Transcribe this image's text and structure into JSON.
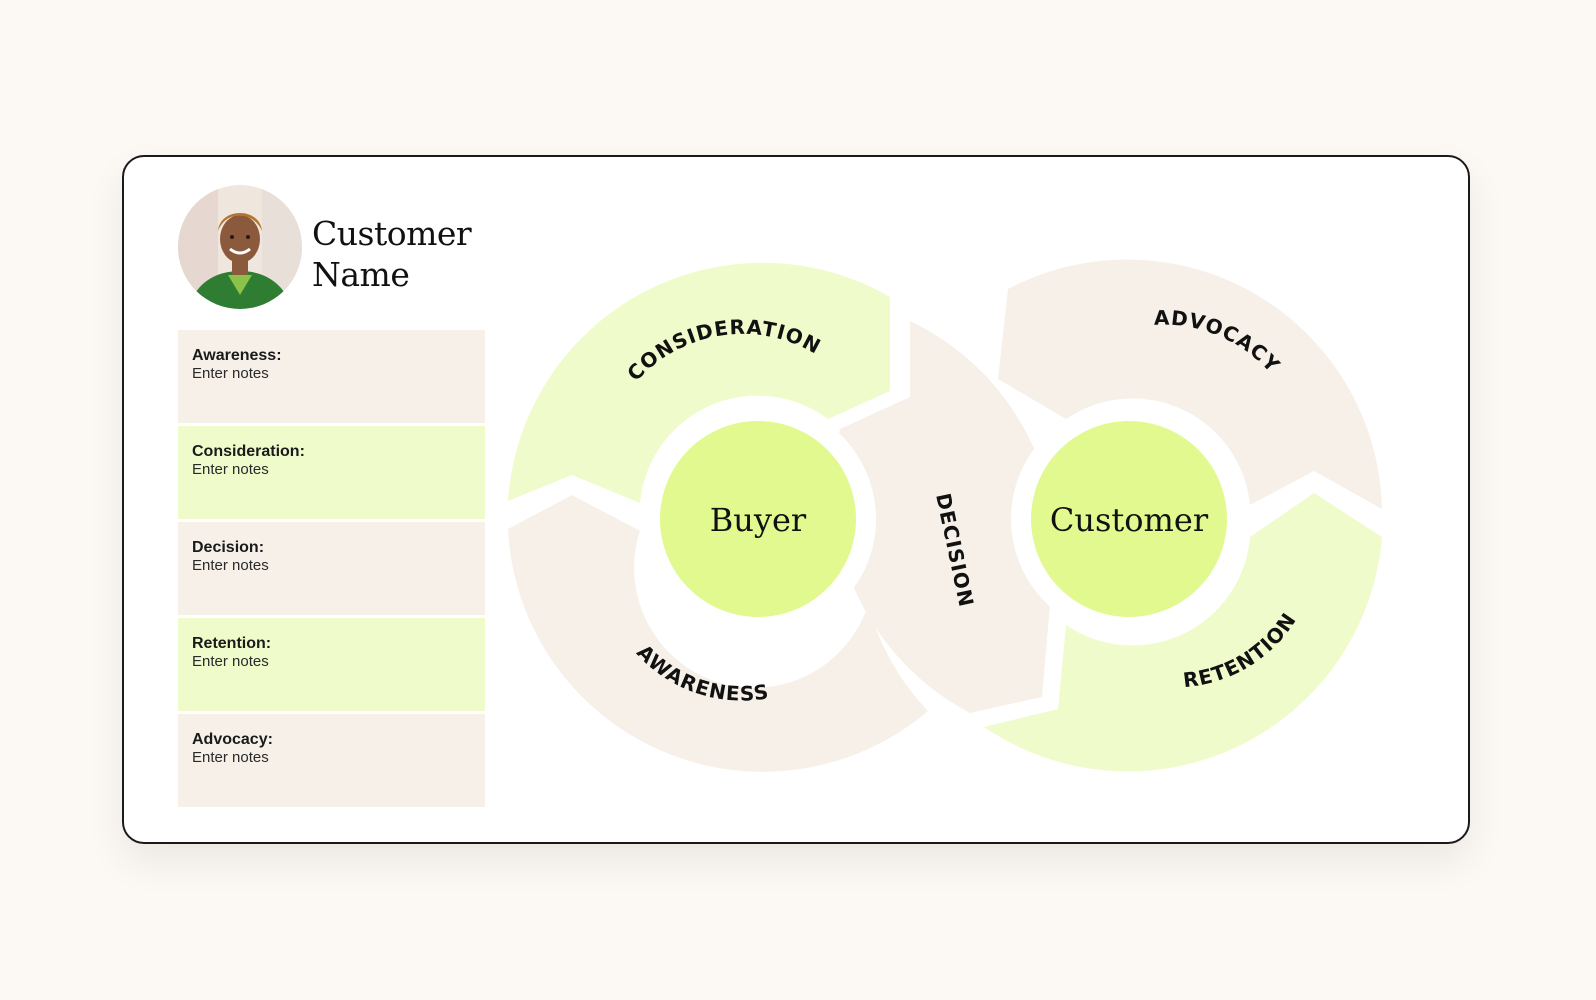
{
  "profile": {
    "name": "Customer Name"
  },
  "notes": [
    {
      "title": "Awareness:",
      "value": "Enter notes"
    },
    {
      "title": "Consideration:",
      "value": "Enter notes"
    },
    {
      "title": "Decision:",
      "value": "Enter notes"
    },
    {
      "title": "Retention:",
      "value": "Enter notes"
    },
    {
      "title": "Advocacy:",
      "value": "Enter notes"
    }
  ],
  "diagram": {
    "hubs": {
      "left": "Buyer",
      "right": "Customer"
    },
    "stages": {
      "consideration": "CONSIDERATION",
      "awareness": "AWARENESS",
      "decision": "DECISION",
      "advocacy": "ADVOCACY",
      "retention": "RETENTION"
    }
  },
  "colors": {
    "green_light": "#f0fbcc",
    "green_hub": "#e2f98f",
    "beige": "#f6f0e9",
    "page_bg": "#fcf8f3"
  }
}
